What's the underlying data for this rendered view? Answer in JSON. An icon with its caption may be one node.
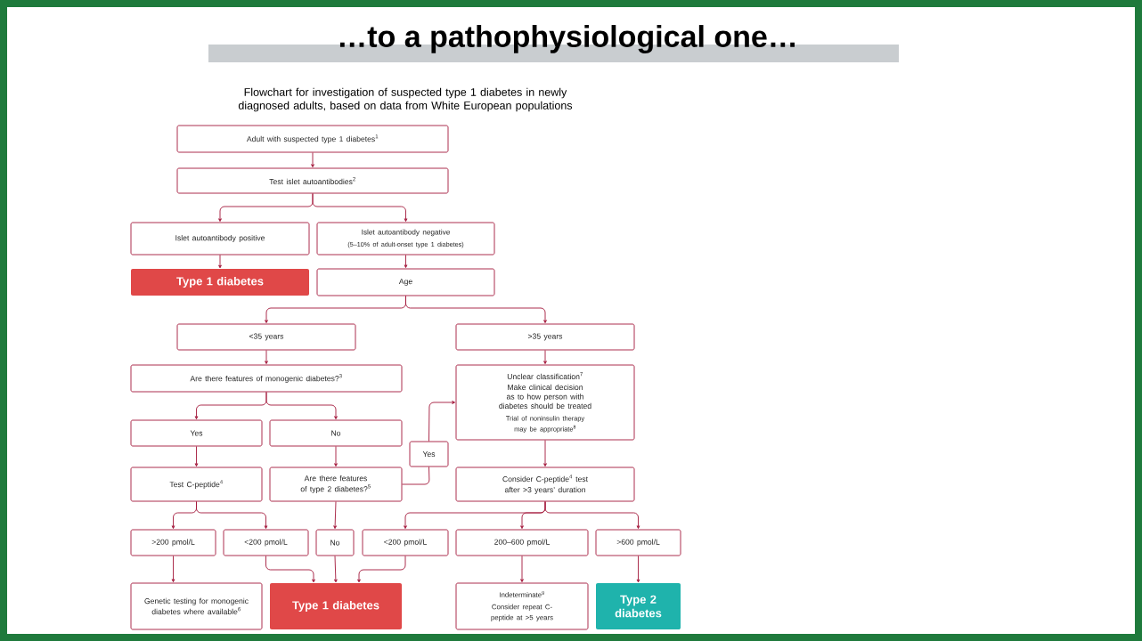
{
  "diagram": {
    "title": "…to a pathophysiological one…",
    "nodes": [
      {
        "text": [
          "Adult with suspected type 1 diabetes$^{1}$"
        ]
      },
      {
        "text": [
          "Test islet autoantibodies$^{2}$"
        ]
      },
      {
        "text": [
          "Islet autoantibody positive"
        ]
      },
      {
        "text": [
          "Islet autoantibody negative",
          "(5–10% of adult-onset type 1 diabetes)"
        ]
      },
      {
        "text": [
          "Type 1 diabetes"
        ]
      },
      {
        "text": [
          "Age"
        ]
      },
      {
        "text": [
          "<35 years"
        ]
      },
      {
        "text": [
          ">35 years"
        ]
      },
      {
        "text": [
          "Are there features of monogenic diabetes?$^{3}$"
        ]
      },
      {
        "text": [
          "Unclear classification$^{7}$",
          "Make clinical decision as to how person with diabetes should be treated",
          "Trial of noninsulin therapy may be appropriate$^{8}$"
        ]
      },
      {
        "text": [
          "Yes"
        ]
      },
      {
        "text": [
          "No"
        ]
      },
      {
        "text": [
          "Test C-peptide$^{4}$"
        ]
      },
      {
        "text": [
          "Are there features of type 2 diabetes?$^{5}$"
        ]
      },
      {
        "text": [
          "Consider C-peptide$^{4}$ test after >3 years’ duration"
        ]
      },
      {
        "text": [
          ">200 pmol/L"
        ]
      },
      {
        "text": [
          "<200 pmol/L"
        ]
      },
      {
        "text": [
          "No"
        ]
      },
      {
        "text": [
          "<200 pmol/L"
        ]
      },
      {
        "text": [
          "200–600 pmol/L"
        ]
      },
      {
        "text": [
          ">600 pmol/L"
        ]
      },
      {
        "text": [
          "Genetic testing for monogenic diabetes where available$^{6}$"
        ]
      },
      {
        "text": [
          "Type 1 diabetes"
        ]
      },
      {
        "text": [
          "Indeterminate$^{9}$",
          "Consider repeat C-peptide at >5 years"
        ]
      },
      {
        "text": [
          "Type 2 diabetes"
        ]
      },
      {
        "text": [
          "Yes"
        ]
      }
    ],
    "edges": [
      {
        "from": 0,
        "to": 1,
        "arrow": "to"
      },
      {
        "from": 1,
        "to": 2,
        "arrow": "to"
      },
      {
        "from": 1,
        "to": 3,
        "arrow": "to"
      },
      {
        "from": 2,
        "to": 4,
        "arrow": "to"
      },
      {
        "from": 3,
        "to": 5,
        "arrow": "to"
      },
      {
        "from": 5,
        "to": 6,
        "arrow": "to"
      },
      {
        "from": 5,
        "to": 7,
        "arrow": "to"
      },
      {
        "from": 6,
        "to": 8,
        "arrow": "to"
      },
      {
        "from": 7,
        "to": 9,
        "arrow": "to"
      },
      {
        "from": 8,
        "to": 10,
        "arrow": "to"
      },
      {
        "from": 8,
        "to": 11,
        "arrow": "to"
      },
      {
        "from": 10,
        "to": 12,
        "arrow": "to"
      },
      {
        "from": 11,
        "to": 13,
        "arrow": "to"
      },
      {
        "from": 13,
        "to": 25,
        "arrow": "none"
      },
      {
        "from": 9,
        "to": 14,
        "arrow": "to"
      },
      {
        "from": 12,
        "to": 15,
        "arrow": "to"
      },
      {
        "from": 12,
        "to": 16,
        "arrow": "to"
      },
      {
        "from": 13,
        "to": 17,
        "arrow": "to"
      },
      {
        "from": 14,
        "to": 18,
        "arrow": "to"
      },
      {
        "from": 14,
        "to": 19,
        "arrow": "to"
      },
      {
        "from": 14,
        "to": 20,
        "arrow": "to"
      },
      {
        "from": 15,
        "to": 21,
        "arrow": "to"
      },
      {
        "from": 16,
        "to": 22,
        "arrow": "to"
      },
      {
        "from": 17,
        "to": 22,
        "arrow": "to"
      },
      {
        "from": 18,
        "to": 22,
        "arrow": "to"
      },
      {
        "from": 19,
        "to": 23,
        "arrow": "to"
      },
      {
        "from": 20,
        "to": 24,
        "arrow": "to"
      },
      {
        "from": 25,
        "to": 9,
        "arrow": "to"
      }
    ],
    "labels": [
      "Flowchart for investigation of suspected type 1 diabetes in newly diagnosed adults, based on data from White European populations"
    ]
  }
}
